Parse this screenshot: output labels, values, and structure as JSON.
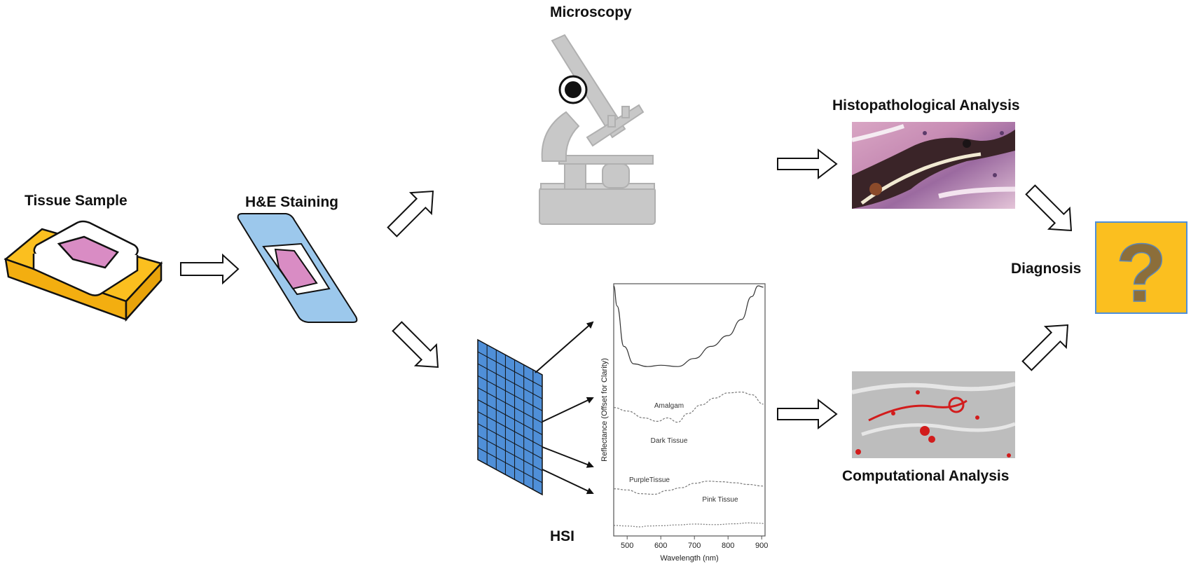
{
  "labels": {
    "tissue_sample": "Tissue Sample",
    "he_staining": "H&E Staining",
    "microscopy": "Microscopy",
    "histopathological_analysis": "Histopathological Analysis",
    "diagnosis": "Diagnosis",
    "hsi": "HSI",
    "computational_analysis": "Computational Analysis"
  },
  "diagnosis_symbol": "?",
  "chart_data": {
    "type": "line",
    "xlabel": "Wavelength (nm)",
    "ylabel": "Reflectance (Offset for Clarity)",
    "xlim": [
      460,
      910
    ],
    "xticks": [
      500,
      600,
      700,
      800,
      900
    ],
    "series": [
      {
        "name": "Amalgam",
        "x": [
          460,
          470,
          490,
          520,
          560,
          600,
          650,
          700,
          750,
          800,
          840,
          870,
          890,
          905
        ],
        "y": [
          1.0,
          0.85,
          0.55,
          0.42,
          0.4,
          0.41,
          0.4,
          0.46,
          0.55,
          0.63,
          0.75,
          0.92,
          1.0,
          0.99
        ]
      },
      {
        "name": "Dark Tissue",
        "x": [
          460,
          500,
          550,
          590,
          620,
          650,
          680,
          720,
          760,
          800,
          840,
          870,
          905
        ],
        "y": [
          0.62,
          0.58,
          0.5,
          0.46,
          0.5,
          0.45,
          0.55,
          0.65,
          0.73,
          0.79,
          0.8,
          0.77,
          0.66
        ]
      },
      {
        "name": "PurpleTissue",
        "x": [
          460,
          500,
          540,
          580,
          620,
          660,
          700,
          740,
          780,
          820,
          860,
          905
        ],
        "y": [
          0.26,
          0.24,
          0.17,
          0.16,
          0.23,
          0.28,
          0.36,
          0.4,
          0.39,
          0.37,
          0.34,
          0.31
        ]
      },
      {
        "name": "Pink Tissue",
        "x": [
          460,
          500,
          540,
          560,
          600,
          650,
          700,
          760,
          820,
          860,
          890,
          905
        ],
        "y": [
          0.05,
          0.03,
          0.0,
          0.03,
          0.04,
          0.07,
          0.1,
          0.08,
          0.11,
          0.14,
          0.13,
          0.12
        ]
      }
    ]
  },
  "colors": {
    "tray": "#fbbf1f",
    "tissue": "#d98cc4",
    "slide": "#9cc8ec",
    "grid": "#4f8fd8",
    "microscope": "#c8c8c8",
    "diagnosis_box": "#fbbf1f",
    "question_mark": "#8c6e3a"
  }
}
